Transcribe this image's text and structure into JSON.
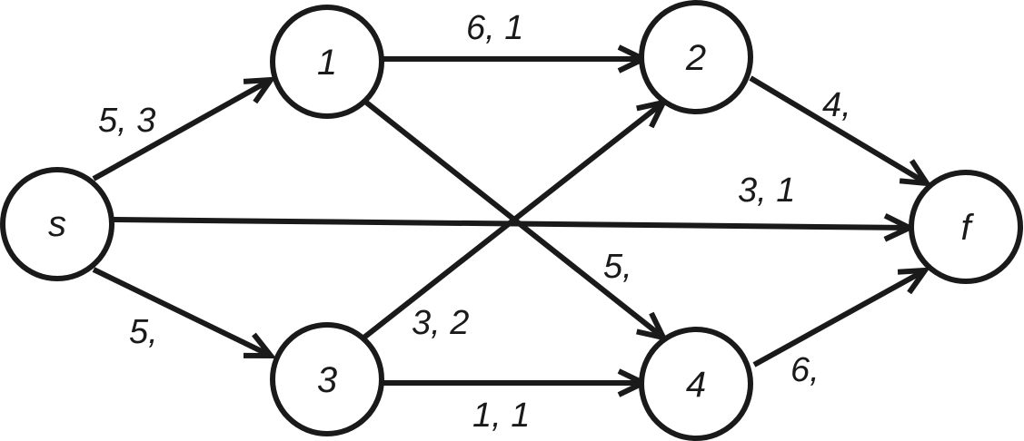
{
  "diagram": {
    "type": "directed-network",
    "nodes": [
      {
        "id": "s",
        "label": "s"
      },
      {
        "id": "1",
        "label": "1"
      },
      {
        "id": "2",
        "label": "2"
      },
      {
        "id": "3",
        "label": "3"
      },
      {
        "id": "4",
        "label": "4"
      },
      {
        "id": "f",
        "label": "f"
      }
    ],
    "edges": [
      {
        "id": "s-1",
        "from": "s",
        "to": "1",
        "label": "5,  3"
      },
      {
        "id": "s-f",
        "from": "s",
        "to": "f",
        "label": "3,  1"
      },
      {
        "id": "s-3",
        "from": "s",
        "to": "3",
        "label": "5,"
      },
      {
        "id": "1-2",
        "from": "1",
        "to": "2",
        "label": "6,  1"
      },
      {
        "id": "1-4",
        "from": "1",
        "to": "4",
        "label": "5,"
      },
      {
        "id": "3-2",
        "from": "3",
        "to": "2",
        "label": "3,  2"
      },
      {
        "id": "3-4",
        "from": "3",
        "to": "4",
        "label": "1,  1"
      },
      {
        "id": "2-f",
        "from": "2",
        "to": "f",
        "label": "4,"
      },
      {
        "id": "4-f",
        "from": "4",
        "to": "f",
        "label": "6,"
      }
    ],
    "colors": {
      "stroke": "#1a1a1a",
      "background": "#ffffff"
    }
  }
}
